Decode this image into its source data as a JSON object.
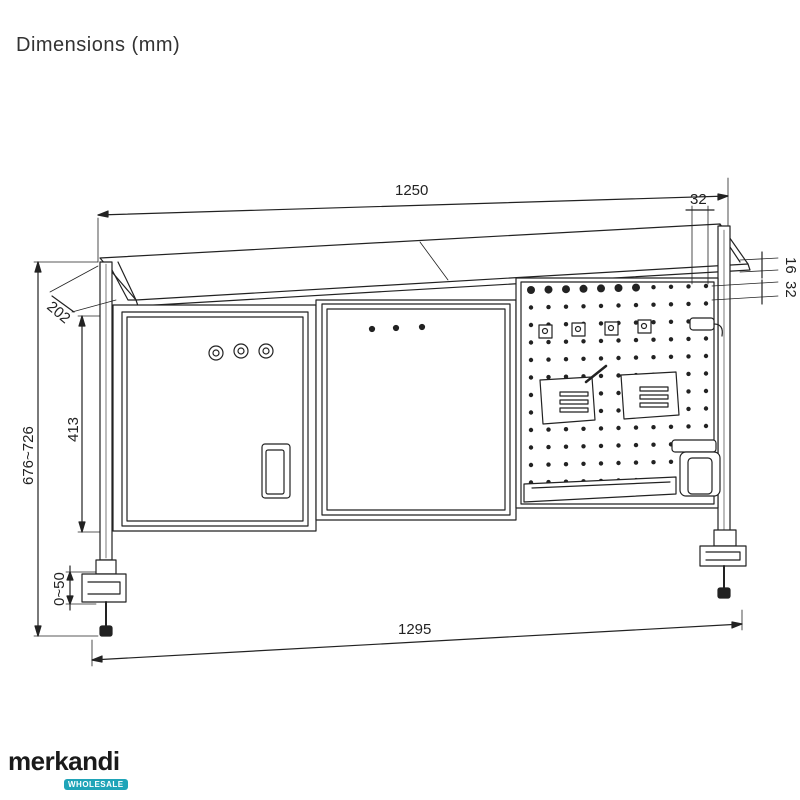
{
  "title": "Dimensions (mm)",
  "dimensions": {
    "top_width": "1250",
    "bottom_width": "1295",
    "depth": "202",
    "panel_height": "413",
    "total_height": "676~726",
    "clamp_range": "0~50",
    "shelf_thickness": "16",
    "hole_pitch_h": "32",
    "hole_pitch_v": "32"
  },
  "logo": {
    "word": "merkandi",
    "badge": "WHOLESALE"
  },
  "colors": {
    "line": "#222222",
    "badge": "#1fa4b8"
  }
}
